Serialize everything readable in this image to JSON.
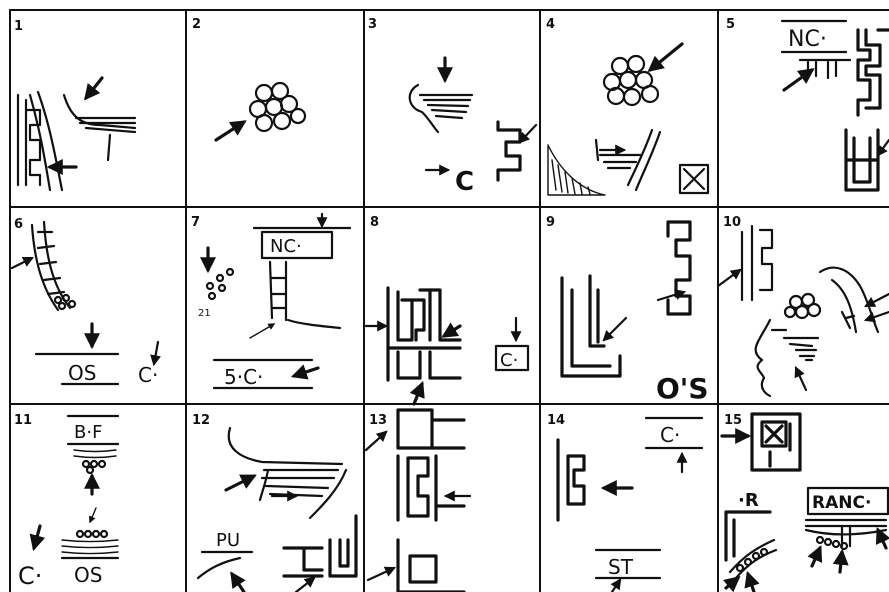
{
  "panels": [
    {
      "number": "1"
    },
    {
      "number": "2"
    },
    {
      "number": "3",
      "labels": [
        "C"
      ]
    },
    {
      "number": "4"
    },
    {
      "number": "5",
      "labels": [
        "NC·"
      ]
    },
    {
      "number": "6",
      "labels": [
        "OS",
        "C·"
      ]
    },
    {
      "number": "7",
      "labels": [
        "NC·",
        "5·C·",
        "21"
      ]
    },
    {
      "number": "8",
      "labels": [
        "C·"
      ]
    },
    {
      "number": "9",
      "labels": [
        "O'S"
      ]
    },
    {
      "number": "10"
    },
    {
      "number": "11",
      "labels": [
        "B·F",
        "C·",
        "OS"
      ]
    },
    {
      "number": "12",
      "labels": [
        "PU"
      ]
    },
    {
      "number": "13"
    },
    {
      "number": "14",
      "labels": [
        "C·",
        "ST"
      ]
    },
    {
      "number": "15",
      "labels": [
        "·R",
        "RANC·"
      ]
    }
  ]
}
